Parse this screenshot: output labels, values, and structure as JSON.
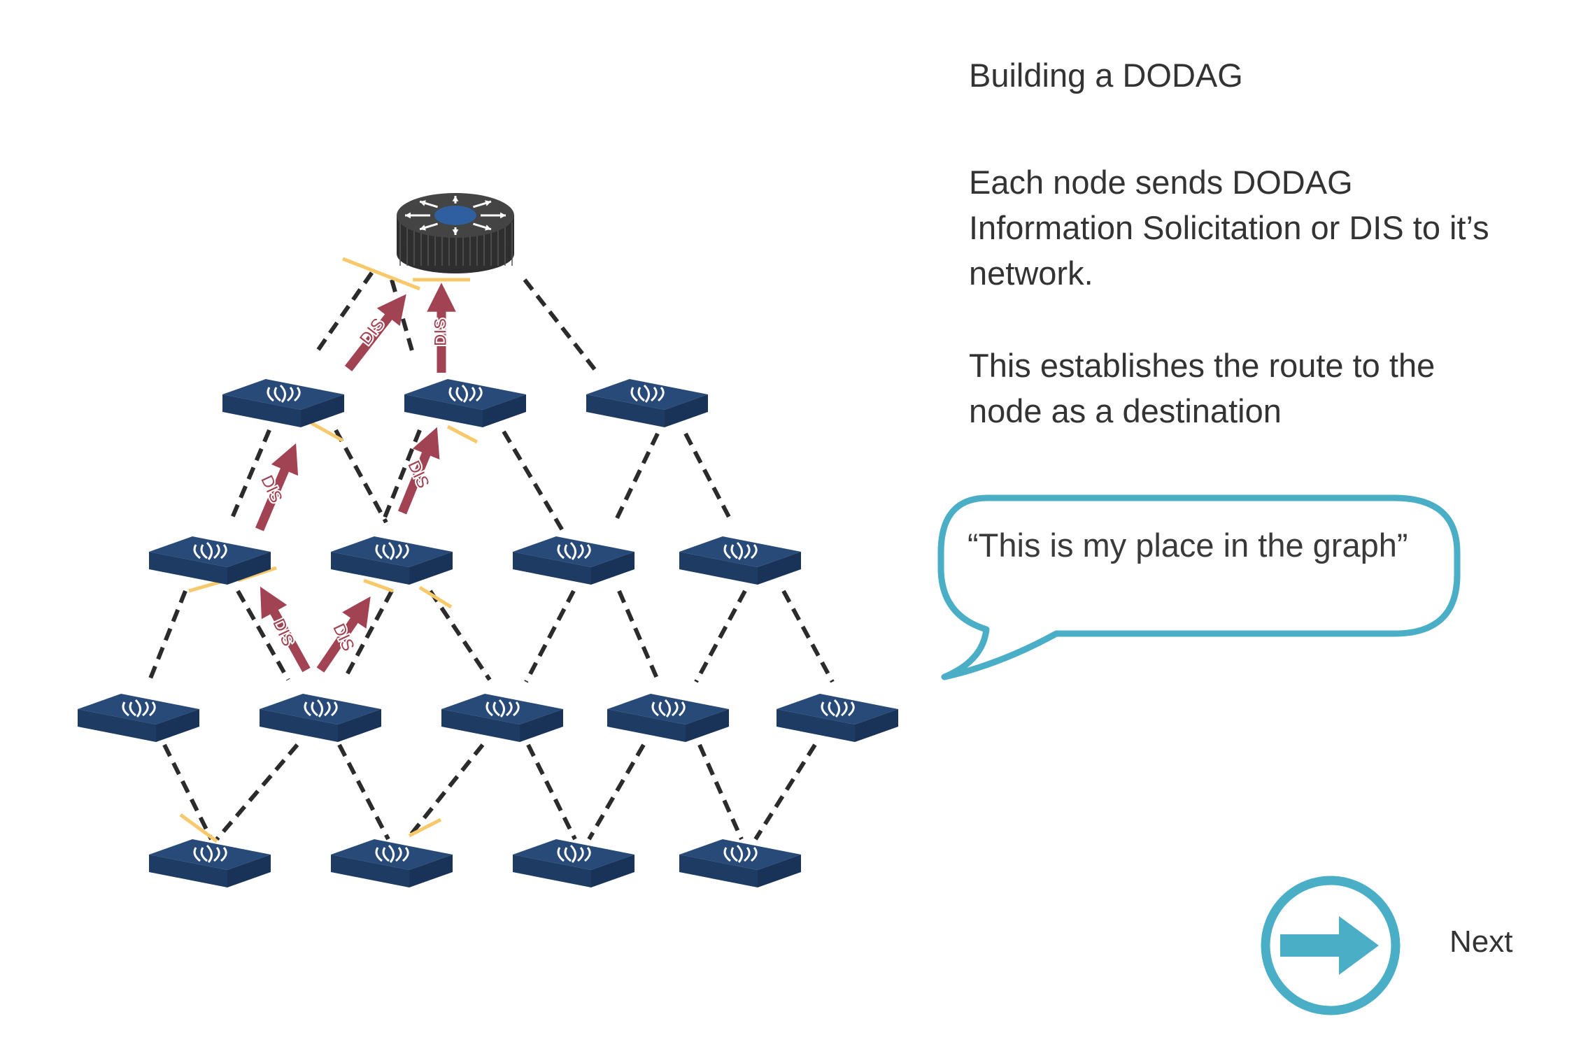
{
  "slide": {
    "title": "Building a DODAG",
    "paragraph_1": "Each node sends DODAG Information Solicitation or DIS to it’s network.",
    "paragraph_2": "This establishes the route to the node as a destination",
    "speech_bubble": "“This is my place in the graph”"
  },
  "diagram": {
    "root_icon": "router-icon",
    "node_icon": "wireless-node-icon",
    "message_label": "DIS",
    "colors": {
      "node_top": "#284a78",
      "node_front": "#1e3b63",
      "node_side": "#193257",
      "router": "#3a3a3a",
      "router_center": "#2f5f9e",
      "link": "#2b2b2b",
      "message_arrow": "#a24353",
      "highlight": "#f8c96a",
      "accent": "#4aaec6"
    }
  },
  "navigation": {
    "next_label": "Next",
    "next_icon": "arrow-right-icon"
  }
}
